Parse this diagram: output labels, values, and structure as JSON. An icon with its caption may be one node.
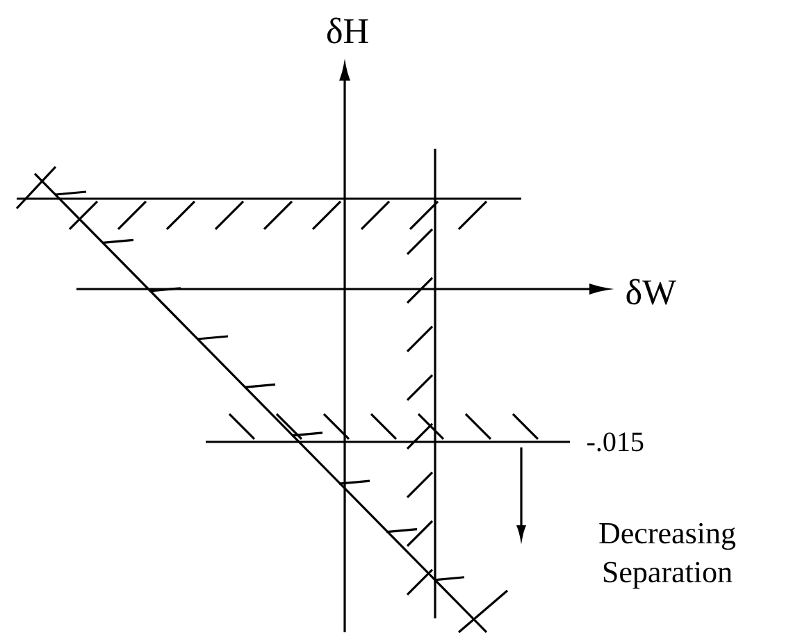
{
  "diagram": {
    "labels": [
      "δH",
      "δW",
      "-.015",
      "Decreasing Separation"
    ]
  }
}
